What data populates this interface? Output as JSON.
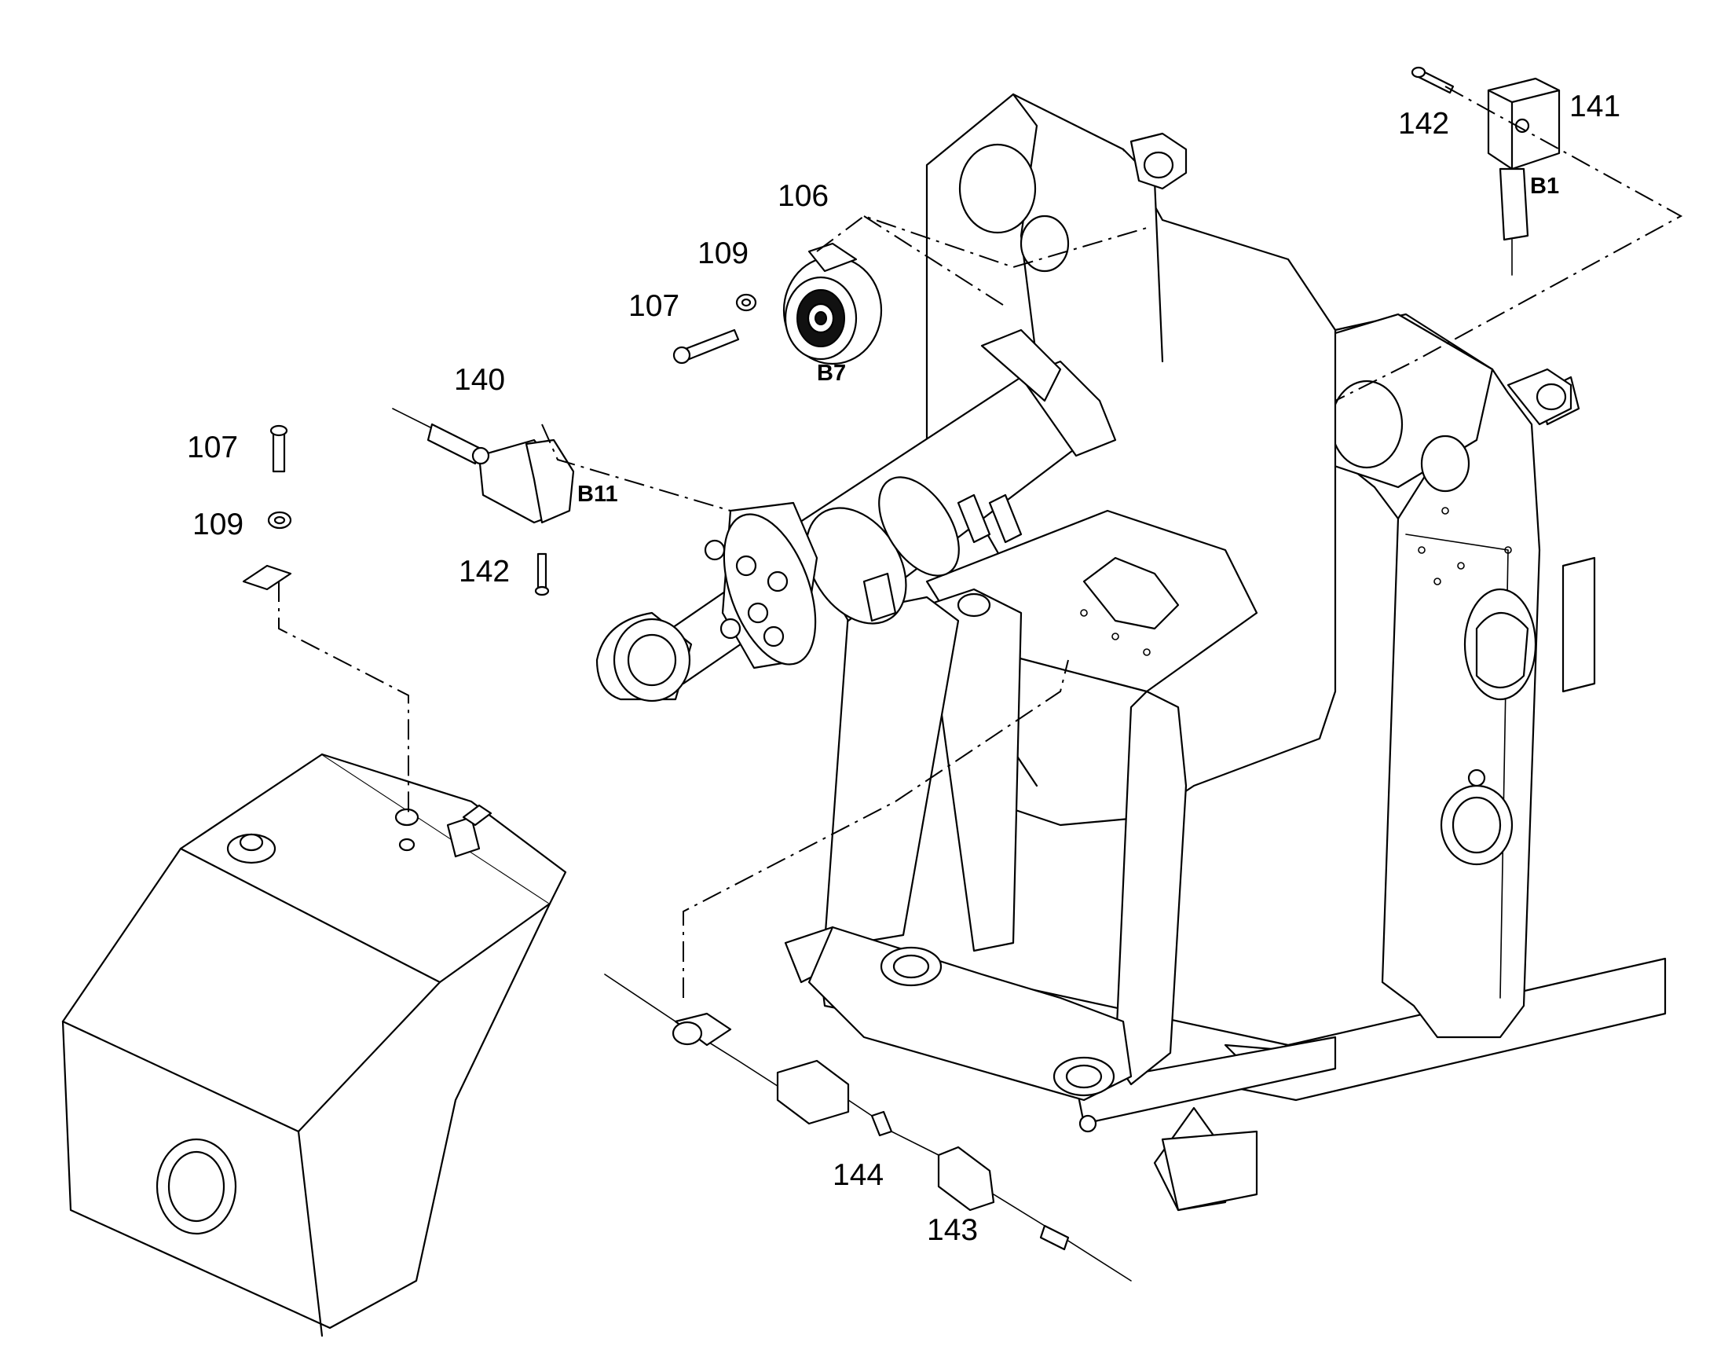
{
  "diagram": {
    "callouts": [
      {
        "id": "c106",
        "label": "106"
      },
      {
        "id": "c109a",
        "label": "109"
      },
      {
        "id": "c107a",
        "label": "107"
      },
      {
        "id": "c140",
        "label": "140"
      },
      {
        "id": "c107b",
        "label": "107"
      },
      {
        "id": "c109b",
        "label": "109"
      },
      {
        "id": "c142a",
        "label": "142"
      },
      {
        "id": "c142b",
        "label": "142"
      },
      {
        "id": "c141",
        "label": "141"
      },
      {
        "id": "c144",
        "label": "144"
      },
      {
        "id": "c143",
        "label": "143"
      }
    ],
    "designators": [
      {
        "id": "d-b7",
        "label": "B7"
      },
      {
        "id": "d-b11",
        "label": "B11"
      },
      {
        "id": "d-b1",
        "label": "B1"
      }
    ]
  }
}
